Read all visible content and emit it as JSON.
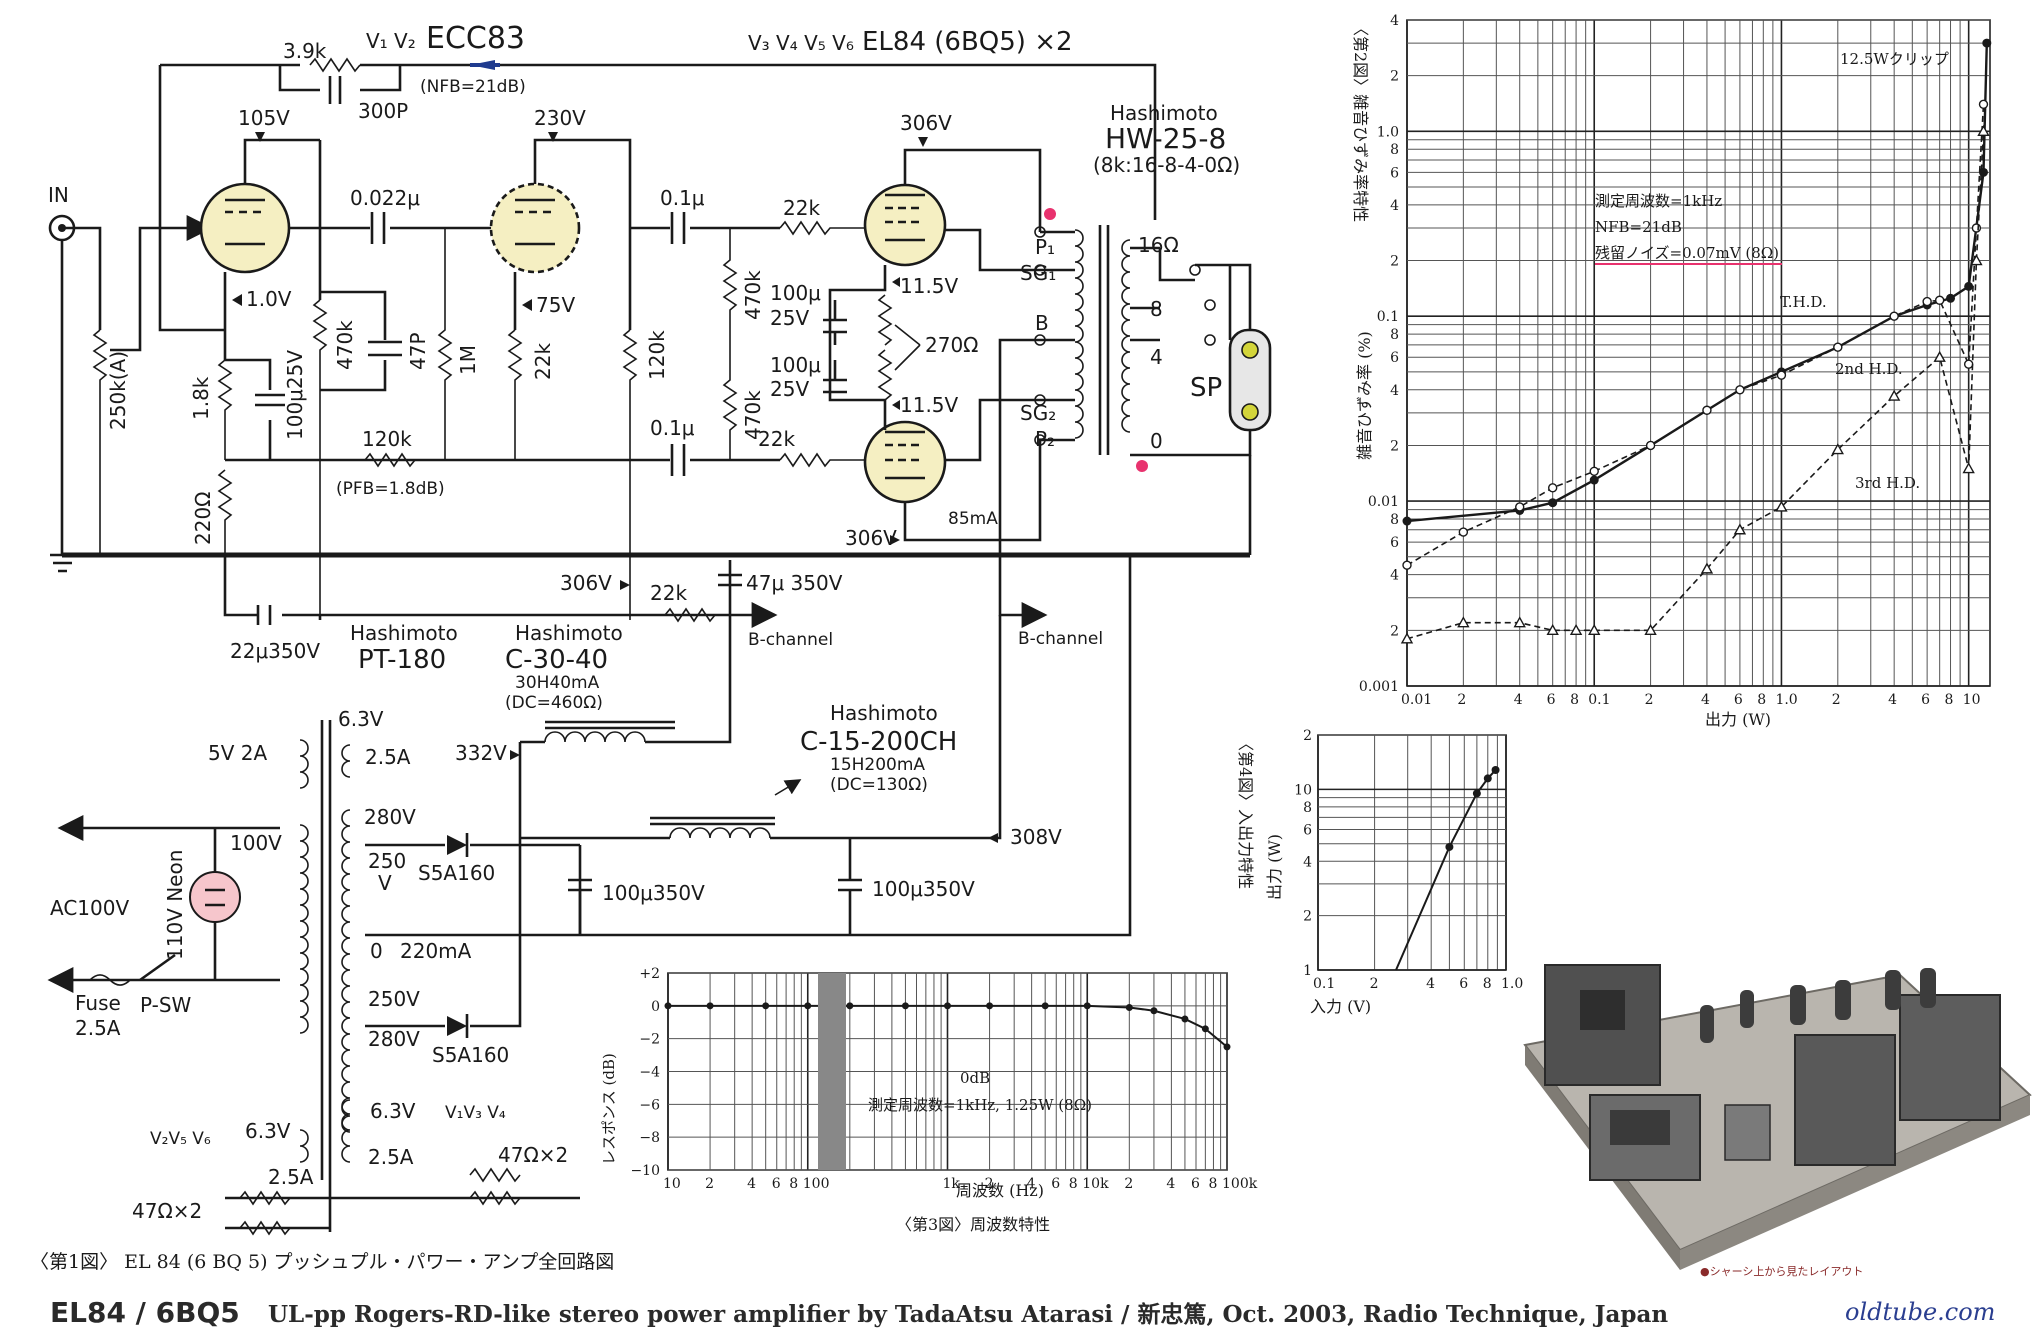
{
  "schematic": {
    "stage_labels": {
      "v1v2": "V₁ V₂",
      "ecc83": "ECC83",
      "v3v6": "V₃ V₄ V₅ V₆",
      "el84": "EL84 (6BQ5) ×2"
    },
    "nfb": {
      "r": "3.9k",
      "c": "300P",
      "note": "(NFB=21dB)"
    },
    "input": "IN",
    "voltages": {
      "v1_plate": "105V",
      "v1_cathode": "1.0V",
      "v2_plate": "230V",
      "v2_cathode": "75V",
      "out_plate": "306V",
      "g2_top": "11.5V",
      "g2_bot": "11.5V",
      "out_bot": "306V",
      "b_ch": "306V",
      "ch_in": "332V",
      "ch_out": "308V",
      "current": "85mA"
    },
    "parts": {
      "vol": "250k(A)",
      "r1": "1.8k",
      "r2": "220Ω",
      "c1": "100μ25V",
      "r3": "470k",
      "c2": "0.022μ",
      "c3": "47P",
      "r4": "1M",
      "r5": "22k",
      "r6": "120k",
      "r7": "120k",
      "pfb": "(PFB=1.8dB)",
      "c4": "0.1μ",
      "c5": "0.1μ",
      "r8": "470k",
      "r9": "470k",
      "r10": "22k",
      "r11": "22k",
      "c6": "100μ",
      "c6v": "25V",
      "c7": "100μ",
      "c7v": "25V",
      "r12": "270Ω",
      "r13": "22k",
      "c8": "47μ 350V",
      "c9": "22μ350V",
      "c10": "100μ350V",
      "c11": "100μ350V",
      "d1": "S5A160",
      "d2": "S5A160"
    },
    "output_tx": {
      "maker": "Hashimoto",
      "model": "HW-25-8",
      "spec": "(8k:16-8-4-0Ω)",
      "p1": "P₁",
      "sg1": "SG₁",
      "b": "B",
      "sg2": "SG₂",
      "p2": "P₂",
      "t16": "16Ω",
      "t8": "8",
      "t4": "4",
      "t0": "0",
      "sp": "SP"
    },
    "power_tx": {
      "maker": "Hashimoto",
      "model": "PT-180",
      "w_5v": "5V 2A",
      "w_63a": "6.3V",
      "w_25a": "2.5A",
      "w_280a": "280V",
      "w_250a": "250",
      "w_250v": "V",
      "w_0": "0",
      "w_220": "220mA",
      "w_250b": "250V",
      "w_280b": "280V",
      "w_63b": "6.3V",
      "w_25b": "2.5A",
      "w_63c": "6.3V",
      "w_25c": "2.5A",
      "w_100": "100V"
    },
    "choke1": {
      "maker": "Hashimoto",
      "model": "C-30-40",
      "spec1": "30H40mA",
      "spec2": "(DC=460Ω)"
    },
    "choke2": {
      "maker": "Hashimoto",
      "model": "C-15-200CH",
      "spec1": "15H200mA",
      "spec2": "(DC=130Ω)"
    },
    "mains": {
      "ac": "AC100V",
      "neon": "110V Neon",
      "fuse": "Fuse",
      "fuse_val": "2.5A",
      "psw": "P-SW"
    },
    "heaters": {
      "left": "V₂V₅ V₆",
      "right": "V₁V₃ V₄",
      "r_left": "47Ω×2",
      "r_right": "47Ω×2"
    },
    "bch1": "B-channel",
    "bch2": "B-channel",
    "caption": "〈第1図〉 EL 84 (6 BQ 5) プッシュプル・パワー・アンプ全回路図"
  },
  "footer": {
    "title_bold": "EL84 / 6BQ5",
    "title_rest": "UL-pp Rogers-RD-like stereo power amplifier by TadaAtsu Atarasi / 新忠篤, Oct. 2003, Radio Technique, Japan",
    "site": "oldtube.com"
  },
  "photo": {
    "caption": "●シャーシ上から見たレイアウト"
  },
  "colors": {
    "accent": "#e8326e",
    "arrow": "#1f3b8f",
    "neon": "#f6c6cc"
  },
  "chart_data": [
    {
      "type": "line",
      "figure": "〈第2図〉雑音ひずみ率特性",
      "xlabel": "出力 (W)",
      "ylabel": "雑音ひずみ率 (%)",
      "xscale": "log",
      "yscale": "log",
      "xlim": [
        0.01,
        13
      ],
      "ylim": [
        0.001,
        4
      ],
      "x_ticks": [
        "0.01",
        "2",
        "4",
        "6",
        "8",
        "0.1",
        "2",
        "4",
        "6",
        "8",
        "1.0",
        "2",
        "4",
        "6",
        "8",
        "10"
      ],
      "y_ticks": [
        "4",
        "2",
        "1.0",
        "8",
        "6",
        "4",
        "2",
        "0.1",
        "8",
        "6",
        "4",
        "2",
        "0.01",
        "8",
        "6",
        "4",
        "2",
        "0.001"
      ],
      "annotations": [
        "12.5Wクリップ",
        "測定周波数=1kHz",
        "NFB=21dB",
        "残留ノイズ=0.07mV (8Ω)"
      ],
      "series": [
        {
          "name": "T.H.D.",
          "x": [
            0.01,
            0.04,
            0.06,
            0.1,
            0.2,
            0.4,
            0.6,
            1.0,
            2,
            4,
            6,
            8,
            10,
            12,
            12.5
          ],
          "y": [
            0.0078,
            0.0089,
            0.0098,
            0.013,
            0.02,
            0.031,
            0.04,
            0.05,
            0.068,
            0.1,
            0.115,
            0.125,
            0.145,
            0.6,
            3.0
          ]
        },
        {
          "name": "2nd H.D.",
          "x": [
            0.01,
            0.02,
            0.04,
            0.06,
            0.1,
            0.2,
            0.4,
            0.6,
            1.0,
            2,
            4,
            6,
            7,
            10,
            11,
            12
          ],
          "y": [
            0.0045,
            0.0068,
            0.0093,
            0.0118,
            0.0145,
            0.02,
            0.031,
            0.04,
            0.048,
            0.068,
            0.1,
            0.12,
            0.122,
            0.055,
            0.3,
            1.4
          ]
        },
        {
          "name": "3rd H.D.",
          "x": [
            0.01,
            0.02,
            0.04,
            0.06,
            0.08,
            0.1,
            0.2,
            0.4,
            0.6,
            1.0,
            2,
            4,
            7,
            10,
            11,
            12
          ],
          "y": [
            0.0018,
            0.0022,
            0.0022,
            0.002,
            0.002,
            0.002,
            0.002,
            0.0043,
            0.007,
            0.0093,
            0.019,
            0.037,
            0.06,
            0.015,
            0.2,
            1.0
          ]
        }
      ]
    },
    {
      "type": "line",
      "figure": "〈第3図〉周波数特性",
      "xlabel": "周波数 (Hz)",
      "ylabel": "レスポンス (dB)",
      "xscale": "log",
      "xlim": [
        10,
        100000
      ],
      "ylim": [
        -10,
        2
      ],
      "x_ticks": [
        "10",
        "2",
        "4",
        "6",
        "8",
        "100",
        "1k",
        "2",
        "4",
        "6",
        "8",
        "10k",
        "2",
        "4",
        "6",
        "8",
        "100k"
      ],
      "y_ticks": [
        "+2",
        "0",
        "−2",
        "−4",
        "−6",
        "−8",
        "−10"
      ],
      "annotations": [
        "0dB",
        "測定周波数=1kHz, 1.25W (8Ω)"
      ],
      "series": [
        {
          "name": "",
          "x": [
            10,
            20,
            50,
            100,
            200,
            500,
            1000,
            2000,
            5000,
            10000,
            20000,
            30000,
            50000,
            70000,
            100000
          ],
          "y": [
            0,
            0,
            0,
            0,
            0,
            0,
            0,
            0,
            0,
            0,
            -0.1,
            -0.3,
            -0.8,
            -1.4,
            -2.5
          ]
        }
      ]
    },
    {
      "type": "line",
      "figure": "〈第4図〉入出力特性",
      "xlabel": "入力 (V)",
      "ylabel": "出力 (W)",
      "xscale": "log",
      "yscale": "log",
      "xlim": [
        0.1,
        1.0
      ],
      "ylim": [
        1,
        20
      ],
      "x_ticks": [
        "0.1",
        "2",
        "4",
        "6",
        "8",
        "1.0"
      ],
      "y_ticks": [
        "2",
        "10",
        "8",
        "6",
        "4",
        "2",
        "1"
      ],
      "series": [
        {
          "name": "",
          "x": [
            0.26,
            0.5,
            0.7,
            0.8,
            0.88
          ],
          "y": [
            1,
            4.8,
            9.5,
            11.5,
            12.8
          ]
        }
      ]
    }
  ]
}
